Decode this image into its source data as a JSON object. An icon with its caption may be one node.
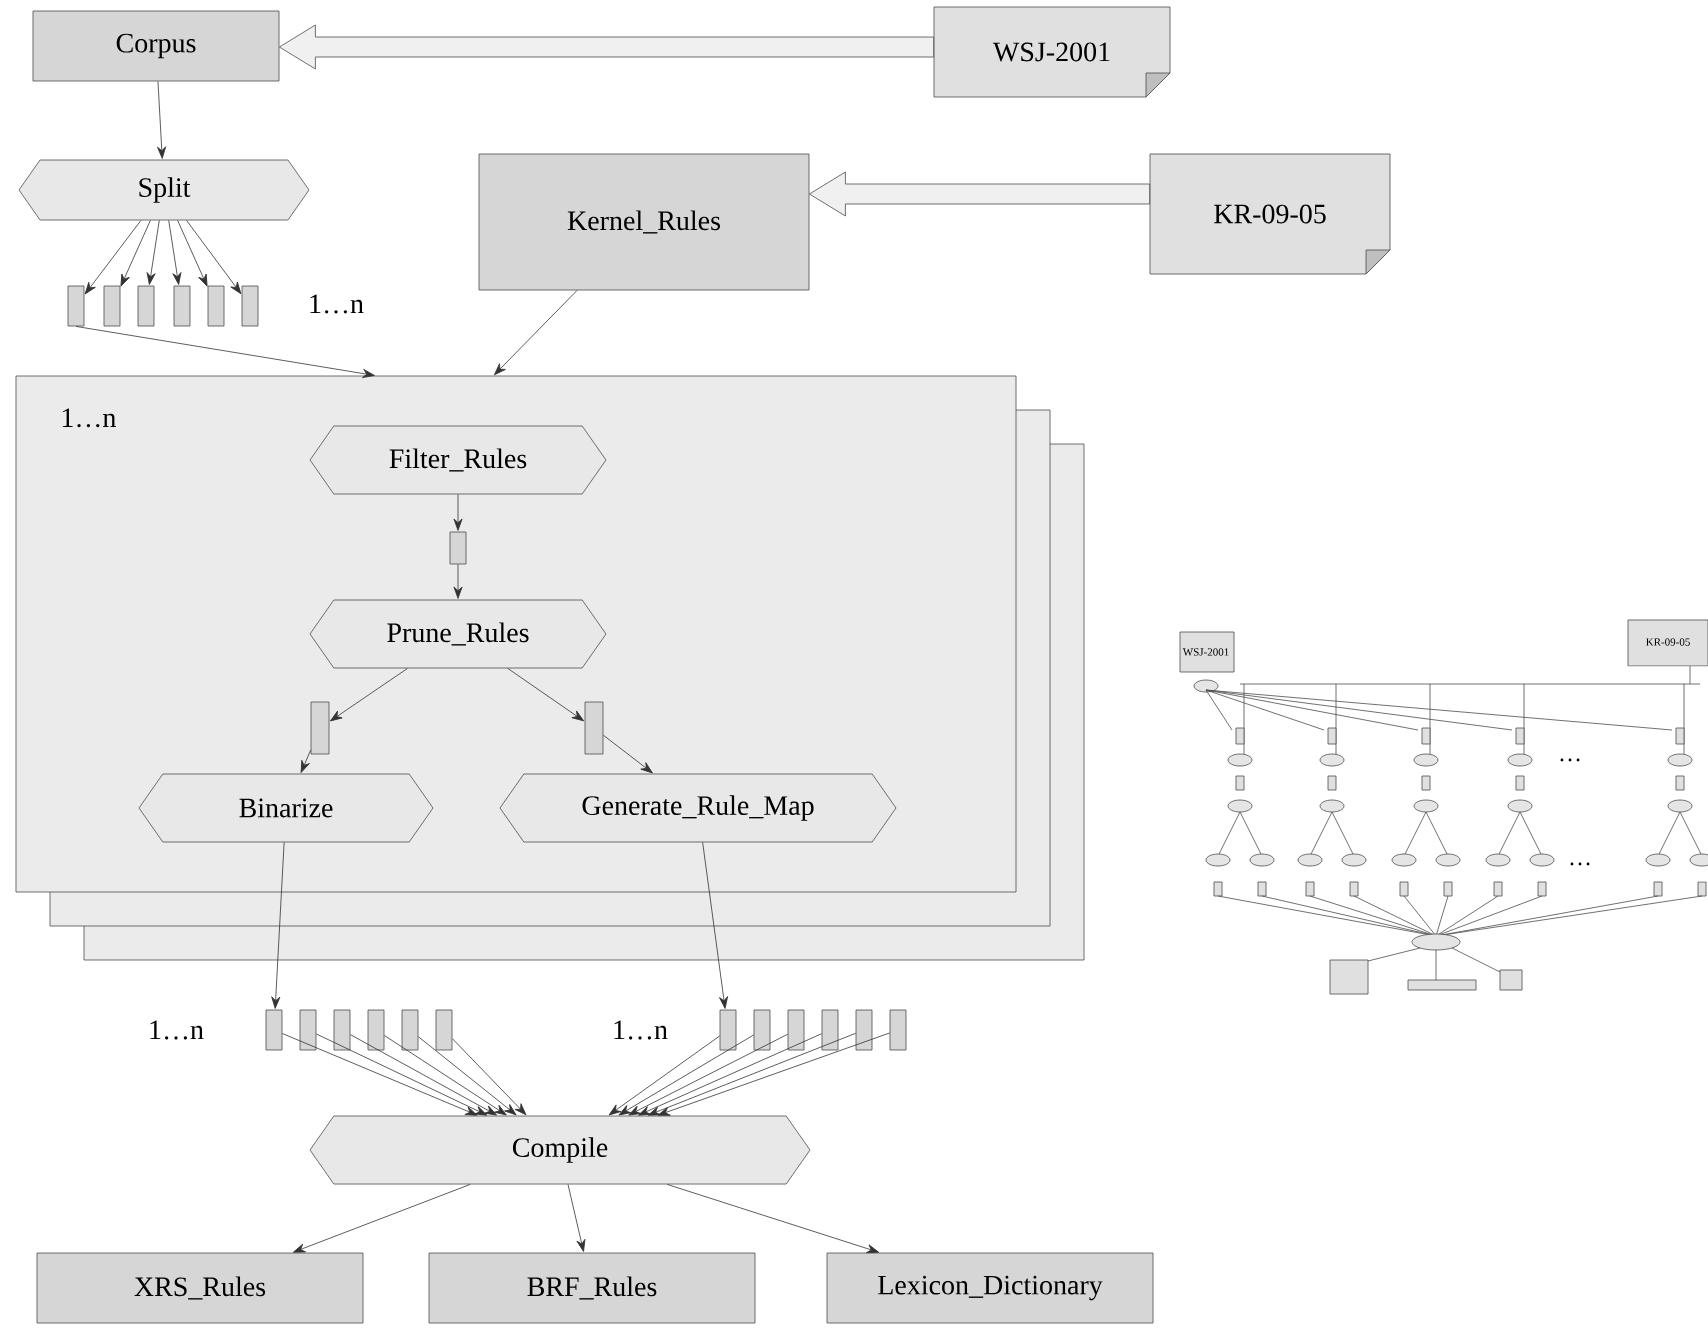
{
  "diagram": {
    "nodes": [
      {
        "text": [
          "Corpus"
        ]
      },
      {
        "text": [
          "WSJ-2001"
        ]
      },
      {
        "text": [
          "Split"
        ]
      },
      {
        "text": [],
        "shape": "bar"
      },
      {
        "text": [],
        "shape": "bar"
      },
      {
        "text": [],
        "shape": "bar"
      },
      {
        "text": [],
        "shape": "bar"
      },
      {
        "text": [],
        "shape": "bar"
      },
      {
        "text": [],
        "shape": "bar"
      },
      {
        "text": [
          "Kernel_Rules"
        ]
      },
      {
        "text": [
          "KR-09-05"
        ]
      },
      {
        "text": [
          "1…n"
        ]
      },
      {
        "text": [
          "Filter_Rules"
        ],
        "in": 11
      },
      {
        "text": [],
        "shape": "bar",
        "in": 11
      },
      {
        "text": [
          "Prune_Rules"
        ],
        "in": 11
      },
      {
        "text": [],
        "shape": "bar",
        "in": 11
      },
      {
        "text": [],
        "shape": "bar",
        "in": 11
      },
      {
        "text": [
          "Binarize"
        ],
        "in": 11
      },
      {
        "text": [
          "Generate_Rule_Map"
        ],
        "in": 11
      },
      {
        "text": [],
        "shape": "bar"
      },
      {
        "text": [],
        "shape": "bar"
      },
      {
        "text": [],
        "shape": "bar"
      },
      {
        "text": [],
        "shape": "bar"
      },
      {
        "text": [],
        "shape": "bar"
      },
      {
        "text": [],
        "shape": "bar"
      },
      {
        "text": [],
        "shape": "bar"
      },
      {
        "text": [],
        "shape": "bar"
      },
      {
        "text": [],
        "shape": "bar"
      },
      {
        "text": [],
        "shape": "bar"
      },
      {
        "text": [],
        "shape": "bar"
      },
      {
        "text": [],
        "shape": "bar"
      },
      {
        "text": [
          "Compile"
        ]
      },
      {
        "text": [
          "XRS_Rules"
        ]
      },
      {
        "text": [
          "BRF_Rules"
        ]
      },
      {
        "text": [
          "Lexicon_Dictionary"
        ]
      }
    ],
    "edges": [
      {
        "from": 1,
        "to": 0,
        "arrow": "to",
        "style": "thick"
      },
      {
        "from": 0,
        "to": 2,
        "arrow": "to"
      },
      {
        "from": 2,
        "to": 3,
        "arrow": "to"
      },
      {
        "from": 2,
        "to": 4,
        "arrow": "to"
      },
      {
        "from": 2,
        "to": 5,
        "arrow": "to"
      },
      {
        "from": 2,
        "to": 6,
        "arrow": "to"
      },
      {
        "from": 2,
        "to": 7,
        "arrow": "to"
      },
      {
        "from": 2,
        "to": 8,
        "arrow": "to"
      },
      {
        "from": 10,
        "to": 9,
        "arrow": "to",
        "style": "thick"
      },
      {
        "from": 3,
        "to": 11,
        "arrow": "to"
      },
      {
        "from": 9,
        "to": 11,
        "arrow": "to"
      },
      {
        "from": 12,
        "to": 13,
        "arrow": "to"
      },
      {
        "from": 13,
        "to": 14,
        "arrow": "to"
      },
      {
        "from": 14,
        "to": 15,
        "arrow": "to"
      },
      {
        "from": 14,
        "to": 16,
        "arrow": "to"
      },
      {
        "from": 15,
        "to": 17,
        "arrow": "to"
      },
      {
        "from": 16,
        "to": 18,
        "arrow": "to"
      },
      {
        "from": 17,
        "to": 19,
        "arrow": "to"
      },
      {
        "from": 18,
        "to": 25,
        "arrow": "to"
      },
      {
        "from": 19,
        "to": 31,
        "arrow": "to"
      },
      {
        "from": 20,
        "to": 31,
        "arrow": "to"
      },
      {
        "from": 21,
        "to": 31,
        "arrow": "to"
      },
      {
        "from": 22,
        "to": 31,
        "arrow": "to"
      },
      {
        "from": 23,
        "to": 31,
        "arrow": "to"
      },
      {
        "from": 24,
        "to": 31,
        "arrow": "to"
      },
      {
        "from": 25,
        "to": 31,
        "arrow": "to"
      },
      {
        "from": 26,
        "to": 31,
        "arrow": "to"
      },
      {
        "from": 27,
        "to": 31,
        "arrow": "to"
      },
      {
        "from": 28,
        "to": 31,
        "arrow": "to"
      },
      {
        "from": 29,
        "to": 31,
        "arrow": "to"
      },
      {
        "from": 30,
        "to": 31,
        "arrow": "to"
      },
      {
        "from": 31,
        "to": 32,
        "arrow": "to"
      },
      {
        "from": 31,
        "to": 33,
        "arrow": "to"
      },
      {
        "from": 31,
        "to": 34,
        "arrow": "to"
      }
    ],
    "labels": [
      "1…n",
      "1…n",
      "1…n",
      "WSJ-2001",
      "KR-09-05",
      "…",
      "…"
    ]
  }
}
